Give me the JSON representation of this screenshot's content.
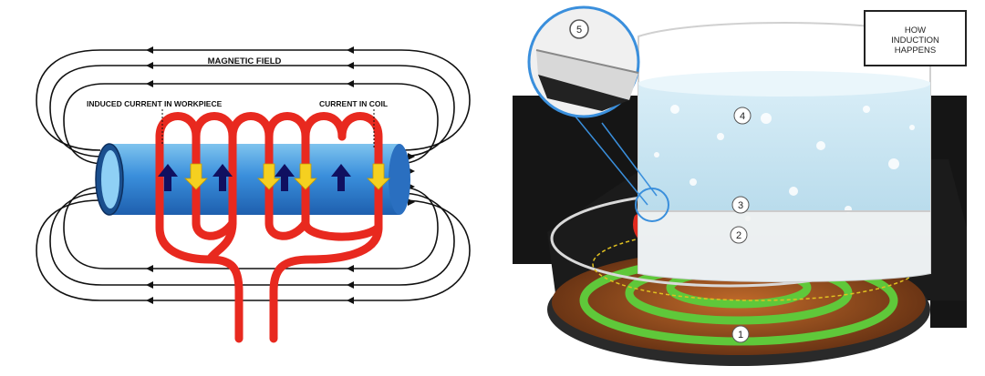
{
  "left_diagram": {
    "magnetic_field_label": "MAGNETIC FIELD",
    "induced_current_label": "INDUCED CURRENT IN WORKPIECE",
    "current_in_coil_label": "CURRENT IN COIL"
  },
  "right_diagram": {
    "title_lines": [
      "HOW",
      "INDUCTION",
      "HAPPENS"
    ],
    "callouts": [
      "1",
      "2",
      "3",
      "4",
      "5"
    ]
  },
  "colors": {
    "coil": "#e8291f",
    "workpiece": "#2f7fd0",
    "arrow_dark": "#101060",
    "arrow_yellow": "#f5d020",
    "burner_green": "#5fc83a",
    "burner_copper": "#9a4a1e",
    "water": "#bfe0ef",
    "stove_black": "#111111"
  }
}
